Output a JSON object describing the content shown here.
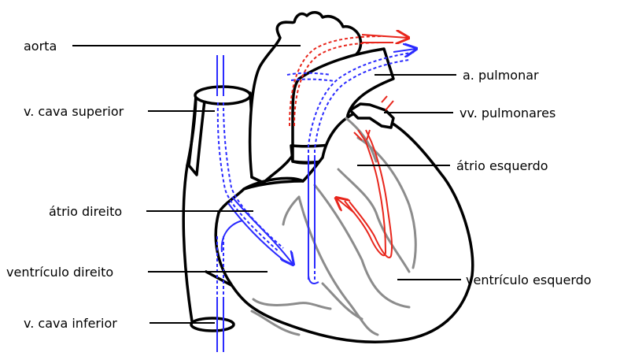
{
  "colors": {
    "deoxygenated_flow": "#2a2aff",
    "oxygenated_flow": "#e8261c",
    "inner_detail": "#8c8c8c",
    "outline": "#000000"
  },
  "labels": {
    "aorta": "aorta",
    "vena_cava_superior": "v. cava superior",
    "atrio_direito": "átrio direito",
    "ventriculo_direito": "ventrículo direito",
    "vena_cava_inferior": "v. cava inferior",
    "arteria_pulmonar": "a. pulmonar",
    "veias_pulmonares": "vv. pulmonares",
    "atrio_esquerdo": "átrio esquerdo",
    "ventriculo_esquerdo": "ventrículo esquerdo"
  }
}
